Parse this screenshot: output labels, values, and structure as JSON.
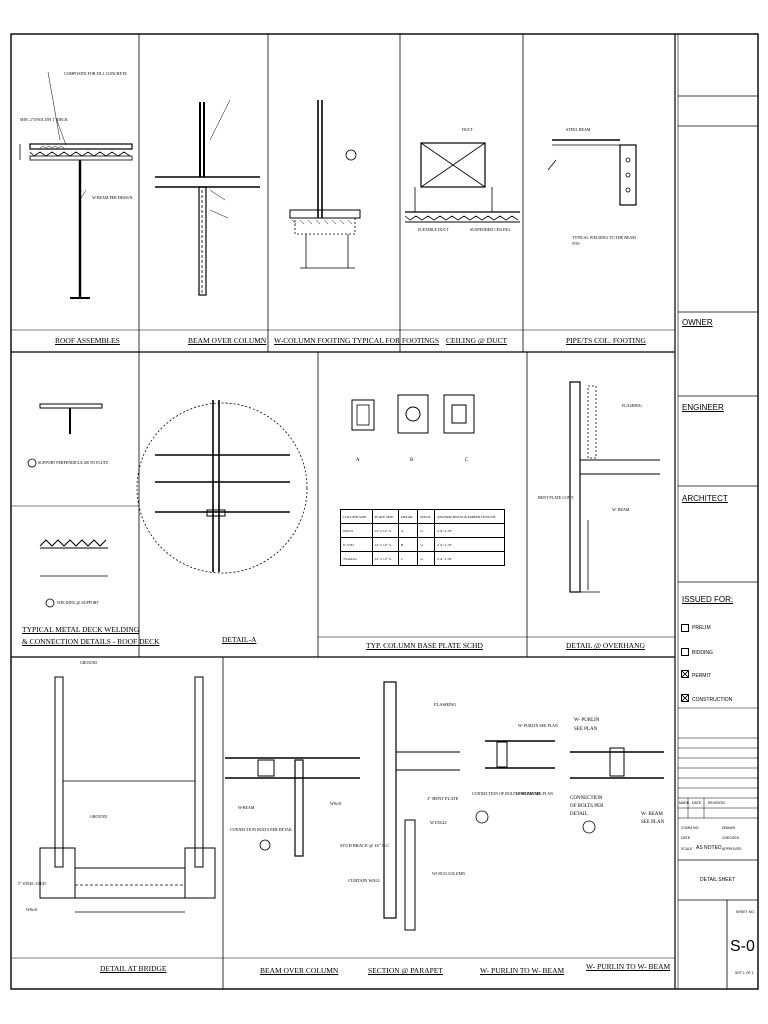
{
  "details": {
    "roof_assemblies": {
      "title": "ROOF ASSEMBLES",
      "notes": [
        "COMPOSITE FOR FILL CONCRETE",
        "MIN. 2\"ONOLITH 1\" DECK",
        "W-BEAM PER DESIGN"
      ]
    },
    "beam_over_column_1": {
      "title": "BEAM OVER COLUMN"
    },
    "w_column_footing": {
      "title": "W-COLUMN FOOTING TYPICAL FOR FOOTINGS"
    },
    "ceiling_duct": {
      "title": "CEILING @ DUCT",
      "notes": [
        "DUCT",
        "FLEXIBLE DUCT",
        "SUSPENDED CEILING"
      ]
    },
    "pipe_col_footing": {
      "title": "PIPE/TS COL. FOOTING",
      "notes": [
        "STEEL BEAM",
        "TYPICAL WELDING TO THE BEAM",
        "NTS"
      ]
    },
    "metal_deck": {
      "title_line1": "TYPICAL METAL DECK WELDING",
      "title_line2": "& CONNECTION DETAILS - ROOF DECK",
      "notes": [
        "SUPPORT PERPENDICULAR TO FLUTE",
        "WELDING @ SUPPORT"
      ]
    },
    "detail_a": {
      "title": "DETAIL-A"
    },
    "column_base_plate": {
      "title": "TYP. COLUMN BASE PLATE SCHD",
      "labels": [
        "A",
        "B",
        "C"
      ],
      "table": {
        "headers": [
          "COLUMN SIZE",
          "PLATE SIZE",
          "DETAIL",
          "WELD",
          "ANCHOR BOLTS & EMBED LENGTH"
        ],
        "rows": [
          [
            "W8x31",
            "12\" x 12\" ¾",
            "A",
            "¼",
            "4 ¾\" x 18\""
          ],
          [
            "6\" STD",
            "12\" x 12\" ¾",
            "B",
            "¼",
            "4 ¾\" x 18\""
          ],
          [
            "TS4x4x¼",
            "12\" x 12\" ¾",
            "C",
            "¼",
            "4 ¾\" x 18\""
          ]
        ]
      }
    },
    "overhang": {
      "title": "DETAIL @ OVERHANG",
      "notes": [
        "FLASHING",
        "W- BEAM",
        "BENT PLATE CONT."
      ]
    },
    "bridge": {
      "title": "DETAIL AT BRIDGE",
      "notes": [
        "GROUND",
        "GROUND",
        "5\" STEEL STUD",
        "W8x31"
      ]
    },
    "beam_over_column_2": {
      "title": "BEAM OVER COLUMN",
      "notes": [
        "W-BEAM",
        "W8x31",
        "CONNECTION BOLTS PER DETAIL"
      ]
    },
    "parapet": {
      "title": "SECTION @ PARAPET",
      "notes": [
        "FLASHING",
        "3\" BENT PLATE",
        "W10X22",
        "STUD BRACE @ 16\" O.C.",
        "CURTAIN WALL",
        "W10X33 COLUMN",
        "CONNECTION OF BOLTS PER DETAIL"
      ]
    },
    "purlin_1": {
      "title": "W- PURLIN TO W- BEAM",
      "notes": [
        "W- PURLIN SEE PLAN",
        "W- BEAM SEE PLAN"
      ]
    },
    "purlin_2": {
      "title": "W- PURLIN TO W- BEAM",
      "notes": [
        "W- PURLIN",
        "SEE PLAN",
        "CONNECTION",
        "OF BOLTS PER",
        "DETAIL",
        "W- BEAM",
        "SEE PLAN"
      ]
    }
  },
  "title_block": {
    "owner": "OWNER",
    "engineer": "ENGINEER",
    "architect": "ARCHITECT",
    "issued_for": "ISSUED FOR:",
    "options": [
      {
        "label": "PRELIM",
        "checked": false
      },
      {
        "label": "BIDDING",
        "checked": false
      },
      {
        "label": "PERMIT",
        "checked": true
      },
      {
        "label": "CONSTRUCTION",
        "checked": true
      }
    ],
    "revision_headers": [
      "MARK",
      "DATE",
      "REVISION"
    ],
    "info": {
      "comm_no": "COMM NO:",
      "drawn": "DRAWN",
      "date": "DATE",
      "checked": "CHECKED",
      "scale": "SCALE",
      "scale_value": "AS NOTED",
      "approved": "APPROVED"
    },
    "sheet_title": "DETAIL SHEET",
    "sheet_no_label": "SHEET NO.",
    "sheet_no": "S-0",
    "sheet_count": "SHT 1 OF 1"
  }
}
